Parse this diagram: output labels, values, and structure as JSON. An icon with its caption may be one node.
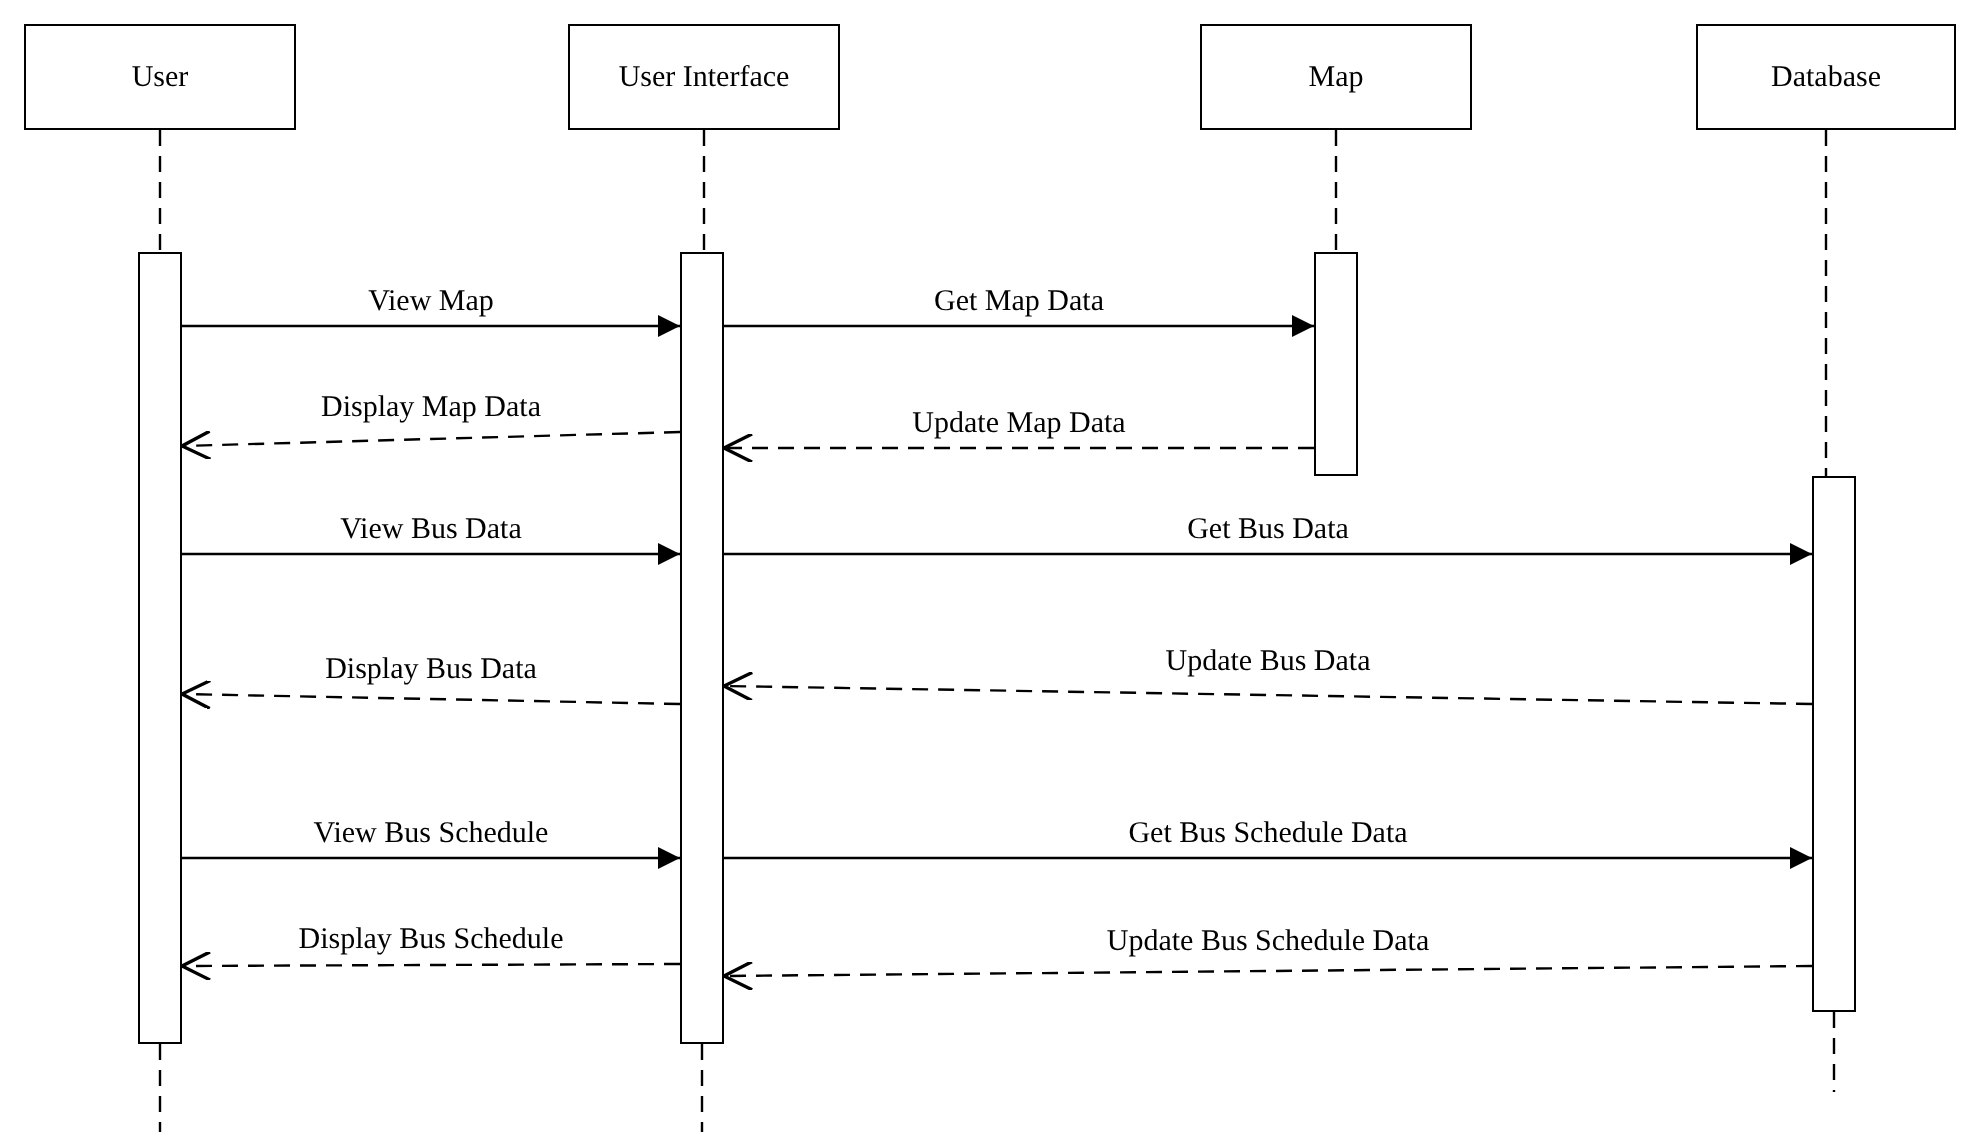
{
  "diagram": {
    "nodes": [
      {
        "text": [
          "User"
        ]
      },
      {
        "text": [
          "User Interface"
        ]
      },
      {
        "text": [
          "Map"
        ]
      },
      {
        "text": [
          "Database"
        ]
      },
      {
        "text": [],
        "shape": "bar"
      },
      {
        "text": [],
        "shape": "bar"
      },
      {
        "text": [],
        "shape": "bar"
      },
      {
        "text": [],
        "shape": "bar"
      }
    ],
    "edges": [
      {
        "from": 0,
        "to": 4,
        "arrow": "none",
        "style": "dashed"
      },
      {
        "from": 1,
        "to": 5,
        "arrow": "none",
        "style": "dashed"
      },
      {
        "from": 2,
        "to": 6,
        "arrow": "none",
        "style": "dashed"
      },
      {
        "from": 3,
        "to": 7,
        "arrow": "none",
        "style": "dashed"
      },
      {
        "from": 4,
        "to": null,
        "arrow": "none",
        "style": "dashed"
      },
      {
        "from": 5,
        "to": null,
        "arrow": "none",
        "style": "dashed"
      },
      {
        "from": 7,
        "to": null,
        "arrow": "none",
        "style": "dashed"
      },
      {
        "from": 4,
        "to": 5,
        "arrow": "to",
        "label": "View Map"
      },
      {
        "from": 5,
        "to": 6,
        "arrow": "to",
        "label": "Get Map Data"
      },
      {
        "from": 6,
        "to": 5,
        "arrow": "to",
        "label": "Update Map Data",
        "style": "dashed"
      },
      {
        "from": 5,
        "to": 4,
        "arrow": "to",
        "label": "Display Map Data",
        "style": "dashed"
      },
      {
        "from": 4,
        "to": 5,
        "arrow": "to",
        "label": "View Bus Data"
      },
      {
        "from": 5,
        "to": 7,
        "arrow": "to",
        "label": "Get Bus Data"
      },
      {
        "from": 7,
        "to": 5,
        "arrow": "to",
        "label": "Update Bus Data",
        "style": "dashed"
      },
      {
        "from": 5,
        "to": 4,
        "arrow": "to",
        "label": "Display Bus Data",
        "style": "dashed"
      },
      {
        "from": 4,
        "to": 5,
        "arrow": "to",
        "label": "View Bus Schedule"
      },
      {
        "from": 5,
        "to": 7,
        "arrow": "to",
        "label": "Get Bus Schedule Data"
      },
      {
        "from": 7,
        "to": 5,
        "arrow": "to",
        "label": "Update Bus Schedule Data",
        "style": "dashed"
      },
      {
        "from": 5,
        "to": 4,
        "arrow": "to",
        "label": "Display Bus Schedule",
        "style": "dashed"
      }
    ]
  }
}
